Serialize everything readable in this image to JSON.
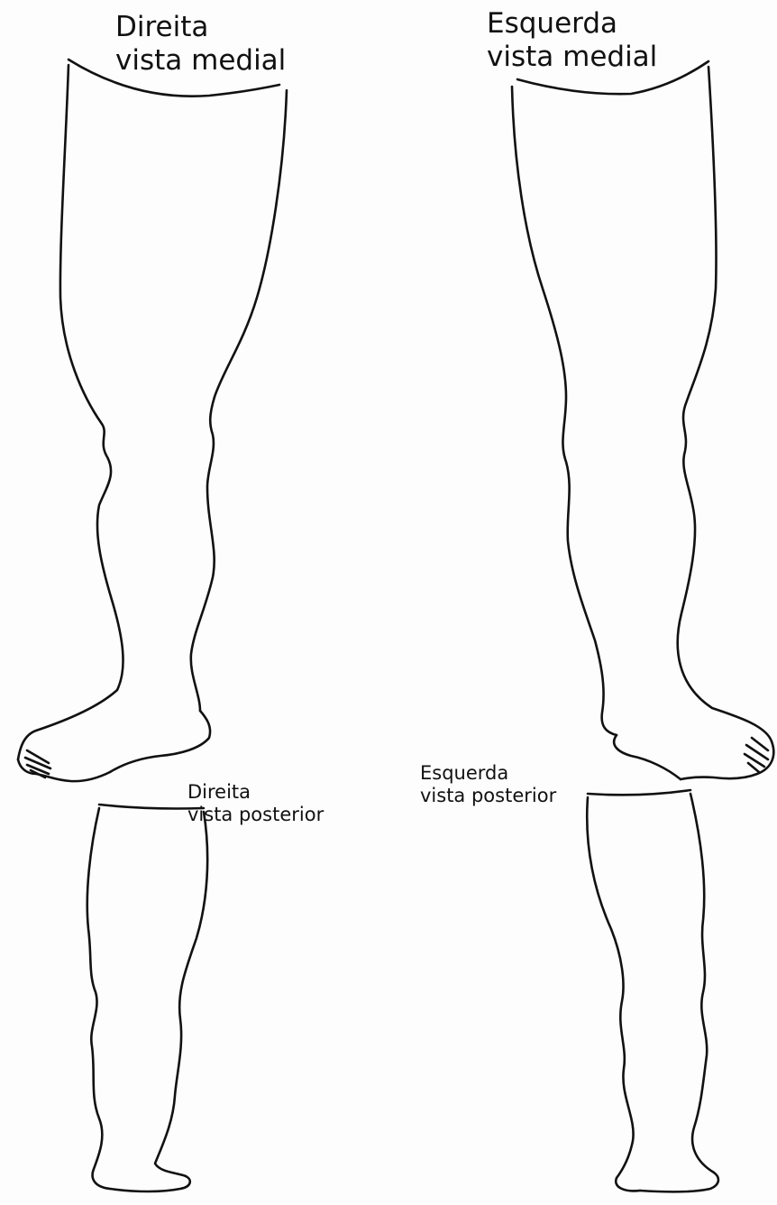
{
  "labels": {
    "right_medial": {
      "line1": "Direita",
      "line2": "vista medial"
    },
    "left_medial": {
      "line1": "Esquerda",
      "line2": "vista medial"
    },
    "right_posterior": {
      "line1": "Direita",
      "line2": "vista posterior"
    },
    "left_posterior": {
      "line1": "Esquerda",
      "line2": "vista posterior"
    }
  },
  "colors": {
    "background": "#fdfdfd",
    "outline": "#111111"
  }
}
